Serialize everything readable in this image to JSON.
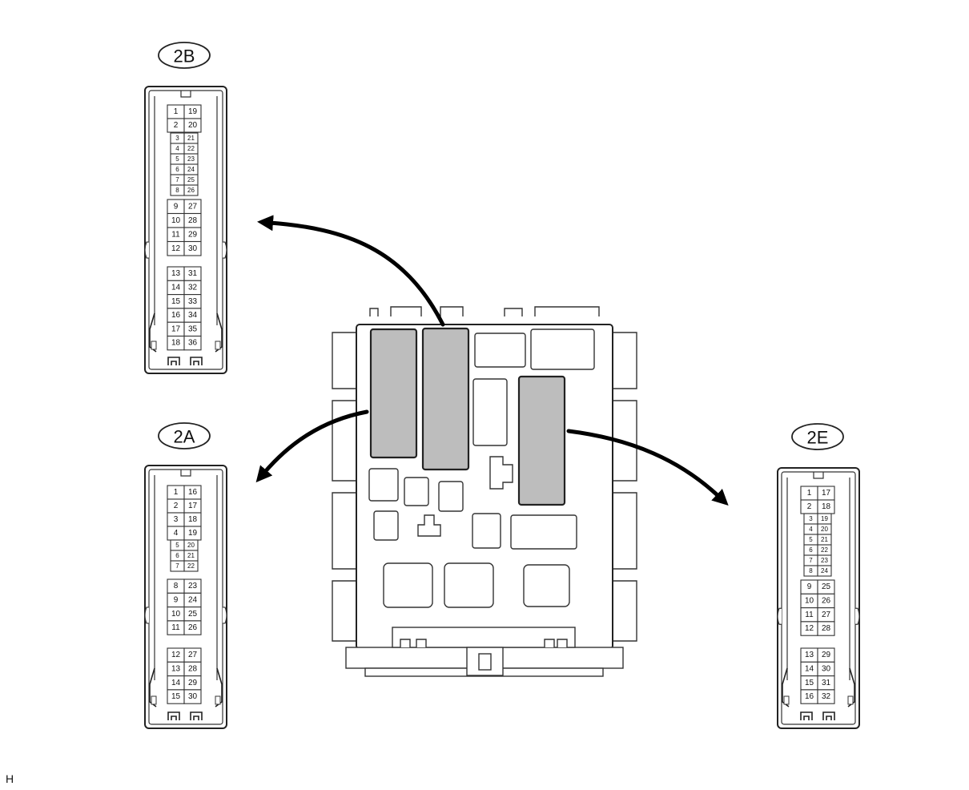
{
  "footer_code": "H",
  "connectors": [
    {
      "id": "2B",
      "label": "2B",
      "groups": [
        [
          [
            "1",
            "19"
          ],
          [
            "2",
            "20"
          ]
        ],
        [
          [
            "3",
            "21"
          ],
          [
            "4",
            "22"
          ],
          [
            "5",
            "23"
          ],
          [
            "6",
            "24"
          ],
          [
            "7",
            "25"
          ],
          [
            "8",
            "26"
          ]
        ],
        [
          [
            "9",
            "27"
          ],
          [
            "10",
            "28"
          ],
          [
            "11",
            "29"
          ],
          [
            "12",
            "30"
          ]
        ],
        [
          [
            "13",
            "31"
          ],
          [
            "14",
            "32"
          ],
          [
            "15",
            "33"
          ],
          [
            "16",
            "34"
          ],
          [
            "17",
            "35"
          ],
          [
            "18",
            "36"
          ]
        ]
      ]
    },
    {
      "id": "2A",
      "label": "2A",
      "groups": [
        [
          [
            "1",
            "16"
          ],
          [
            "2",
            "17"
          ],
          [
            "3",
            "18"
          ],
          [
            "4",
            "19"
          ]
        ],
        [
          [
            "5",
            "20"
          ],
          [
            "6",
            "21"
          ],
          [
            "7",
            "22"
          ]
        ],
        [
          [
            "8",
            "23"
          ],
          [
            "9",
            "24"
          ],
          [
            "10",
            "25"
          ],
          [
            "11",
            "26"
          ]
        ],
        [
          [
            "12",
            "27"
          ],
          [
            "13",
            "28"
          ],
          [
            "14",
            "29"
          ],
          [
            "15",
            "30"
          ]
        ]
      ]
    },
    {
      "id": "2E",
      "label": "2E",
      "groups": [
        [
          [
            "1",
            "17"
          ],
          [
            "2",
            "18"
          ]
        ],
        [
          [
            "3",
            "19"
          ],
          [
            "4",
            "20"
          ],
          [
            "5",
            "21"
          ],
          [
            "6",
            "22"
          ],
          [
            "7",
            "23"
          ],
          [
            "8",
            "24"
          ]
        ],
        [
          [
            "9",
            "25"
          ],
          [
            "10",
            "26"
          ],
          [
            "11",
            "27"
          ],
          [
            "12",
            "28"
          ]
        ],
        [
          [
            "13",
            "29"
          ],
          [
            "14",
            "30"
          ],
          [
            "15",
            "31"
          ],
          [
            "16",
            "32"
          ]
        ]
      ]
    }
  ]
}
